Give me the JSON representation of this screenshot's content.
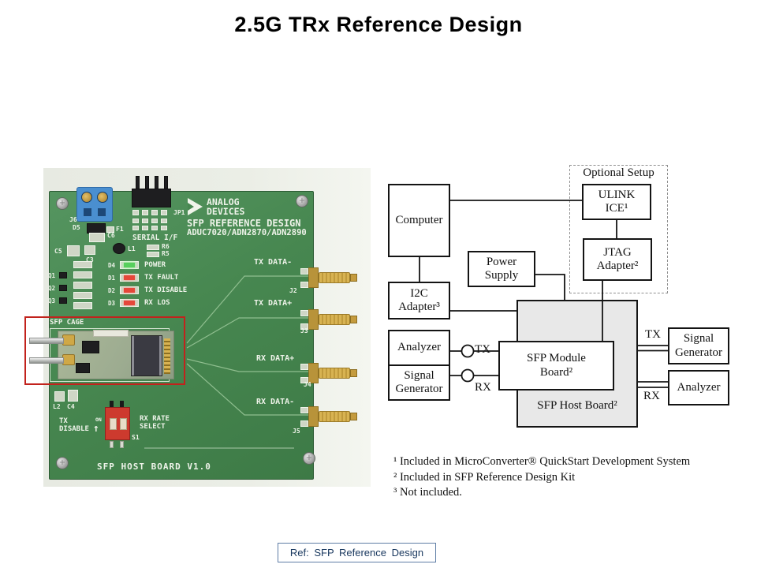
{
  "colors": {
    "annotation_red": "#c2221c",
    "pcb_green": "#478750",
    "led_green": "#57cf5d",
    "led_red": "#e6473a",
    "diagram_gray_fill": "#e8e8e8",
    "ref_border": "#5f7ea6",
    "ref_text": "#17365d"
  },
  "slide": {
    "title": "2.5G TRx Reference Design",
    "ref_label": "Ref: SFP Reference Design"
  },
  "diagram": {
    "optional_setup": "Optional Setup",
    "computer": "Computer",
    "i2c_adapter": "I2C Adapter³",
    "power_supply": "Power Supply",
    "ulink_ice": "ULINK ICE¹",
    "jtag_adapter": "JTAG Adapter²",
    "analyzer_left": "Analyzer",
    "signal_generator_left": "Signal Generator",
    "sfp_module_board": "SFP Module Board²",
    "sfp_host_board": "SFP Host Board²",
    "signal_generator_right": "Signal Generator",
    "analyzer_right": "Analyzer",
    "tx_left": "TX",
    "rx_left": "RX",
    "tx_right": "TX",
    "rx_right": "RX",
    "footnotes": [
      "¹ Included in MicroConverter® QuickStart Development System",
      "² Included in SFP Reference Design Kit",
      "³ Not included."
    ]
  },
  "photo": {
    "brand_line1": "ANALOG",
    "brand_line2": "DEVICES",
    "board_title": "SFP REFERENCE DESIGN",
    "board_subtitle": "ADUC7020/ADN2870/ADN2890",
    "serial_if": "SERIAL I/F",
    "jp1": "JP1",
    "j6": "J6",
    "d5": "D5",
    "f1": "F1",
    "c6": "C6",
    "c5": "C5",
    "c3": "C3",
    "l1": "L1",
    "r6": "R6",
    "r5": "R5",
    "q1": "Q1",
    "q2": "Q2",
    "q3": "Q3",
    "leds": [
      {
        "ref": "D4",
        "label": "POWER"
      },
      {
        "ref": "D1",
        "label": "TX FAULT"
      },
      {
        "ref": "D2",
        "label": "TX DISABLE"
      },
      {
        "ref": "D3",
        "label": "RX LOS"
      }
    ],
    "sfp_cage": "SFP CAGE",
    "l2": "L2",
    "c4": "C4",
    "dip": {
      "tx_disable": "TX DISABLE",
      "on": "ON",
      "s1": "S1",
      "rx_rate_select": "RX RATE SELECT"
    },
    "board_name": "SFP HOST BOARD V1.0",
    "connectors": [
      {
        "label": "TX DATA-",
        "ref": "J2"
      },
      {
        "label": "TX DATA+",
        "ref": "J3"
      },
      {
        "label": "RX DATA+",
        "ref": "J4"
      },
      {
        "label": "RX DATA-",
        "ref": "J5"
      }
    ]
  }
}
